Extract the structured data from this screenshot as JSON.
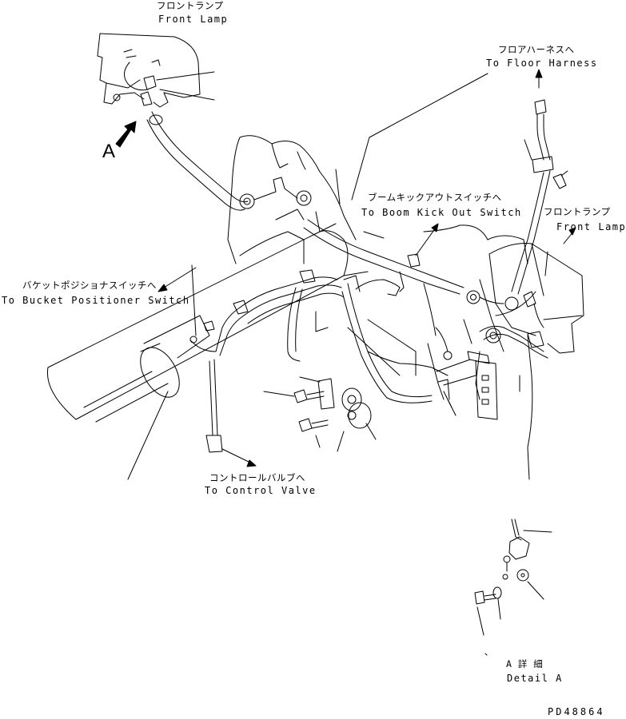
{
  "labels": {
    "front_lamp_top": {
      "jp": "フロントランプ",
      "en": "Front Lamp"
    },
    "floor_harness": {
      "jp": "フロアハーネスへ",
      "en": "To Floor Harness"
    },
    "boom_kick_out": {
      "jp": "ブームキックアウトスイッチへ",
      "en": "To Boom Kick Out Switch"
    },
    "front_lamp_right": {
      "jp": "フロントランプ",
      "en": "Front Lamp"
    },
    "bucket_positioner": {
      "jp": "バケットポジショナスイッチへ",
      "en": "To Bucket Positioner Switch"
    },
    "control_valve": {
      "jp": "コントロールバルブへ",
      "en": "To Control Valve"
    },
    "view_marker": "A",
    "detail": {
      "jp": "A 詳 細",
      "en": "Detail A"
    },
    "drawing_number": "PD48864"
  }
}
